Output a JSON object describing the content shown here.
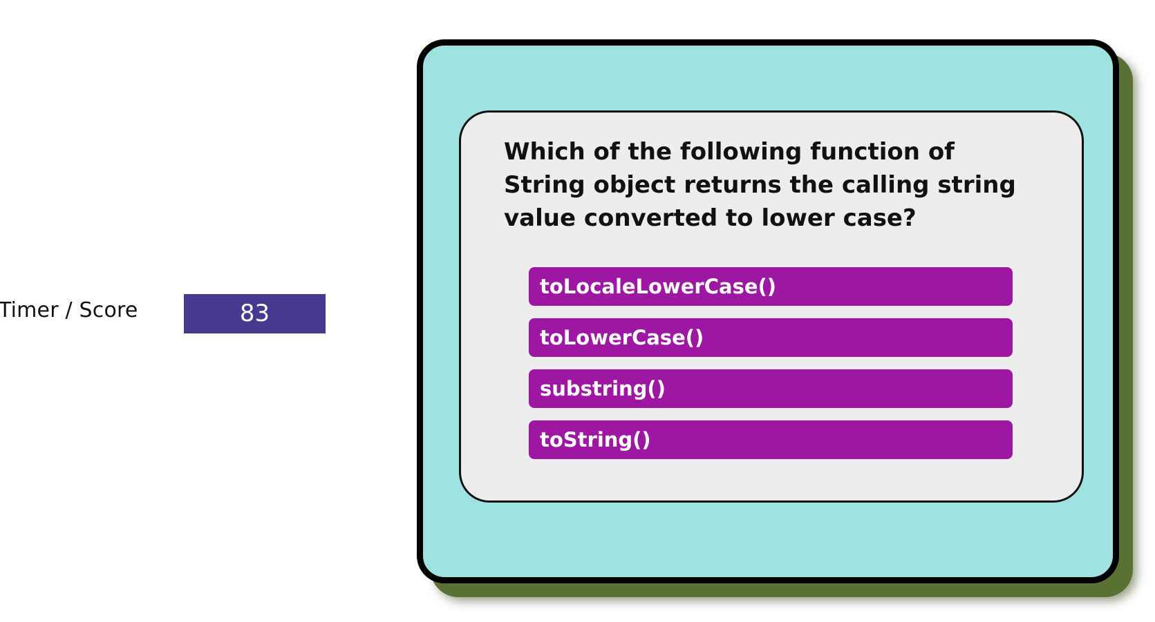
{
  "hud": {
    "timer_label": "Timer / Score",
    "score": "83"
  },
  "quiz": {
    "question": "Which of the following function of String object returns the calling string value converted to lower case?",
    "answers": [
      "toLocaleLowerCase()",
      "toLowerCase()",
      "substring()",
      "toString()"
    ]
  },
  "colors": {
    "background": "#ffffff",
    "score_box": "#48388f",
    "outer_card": "#a0e2e1",
    "outer_card_shadow": "#5b7035",
    "inner_card": "#eceeed",
    "answer_button": "#9e17a3"
  }
}
